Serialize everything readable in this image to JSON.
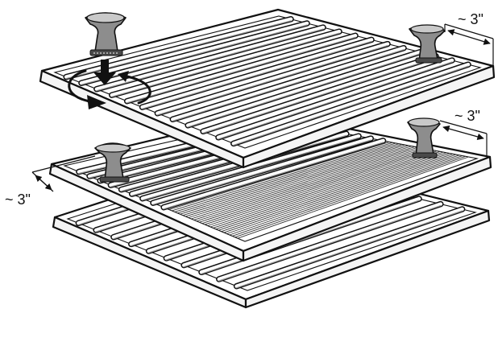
{
  "labels": {
    "spacing_top_right": "~ 3\"",
    "spacing_middle_right": "~ 3\"",
    "spacing_middle_left": "~ 3\""
  },
  "colors": {
    "ink": "#111111",
    "peg_fill": "#8d8d8d",
    "background": "#ffffff"
  },
  "icons": {
    "rotation": "rotate-arrows-icon",
    "push_down": "arrow-down-icon"
  }
}
